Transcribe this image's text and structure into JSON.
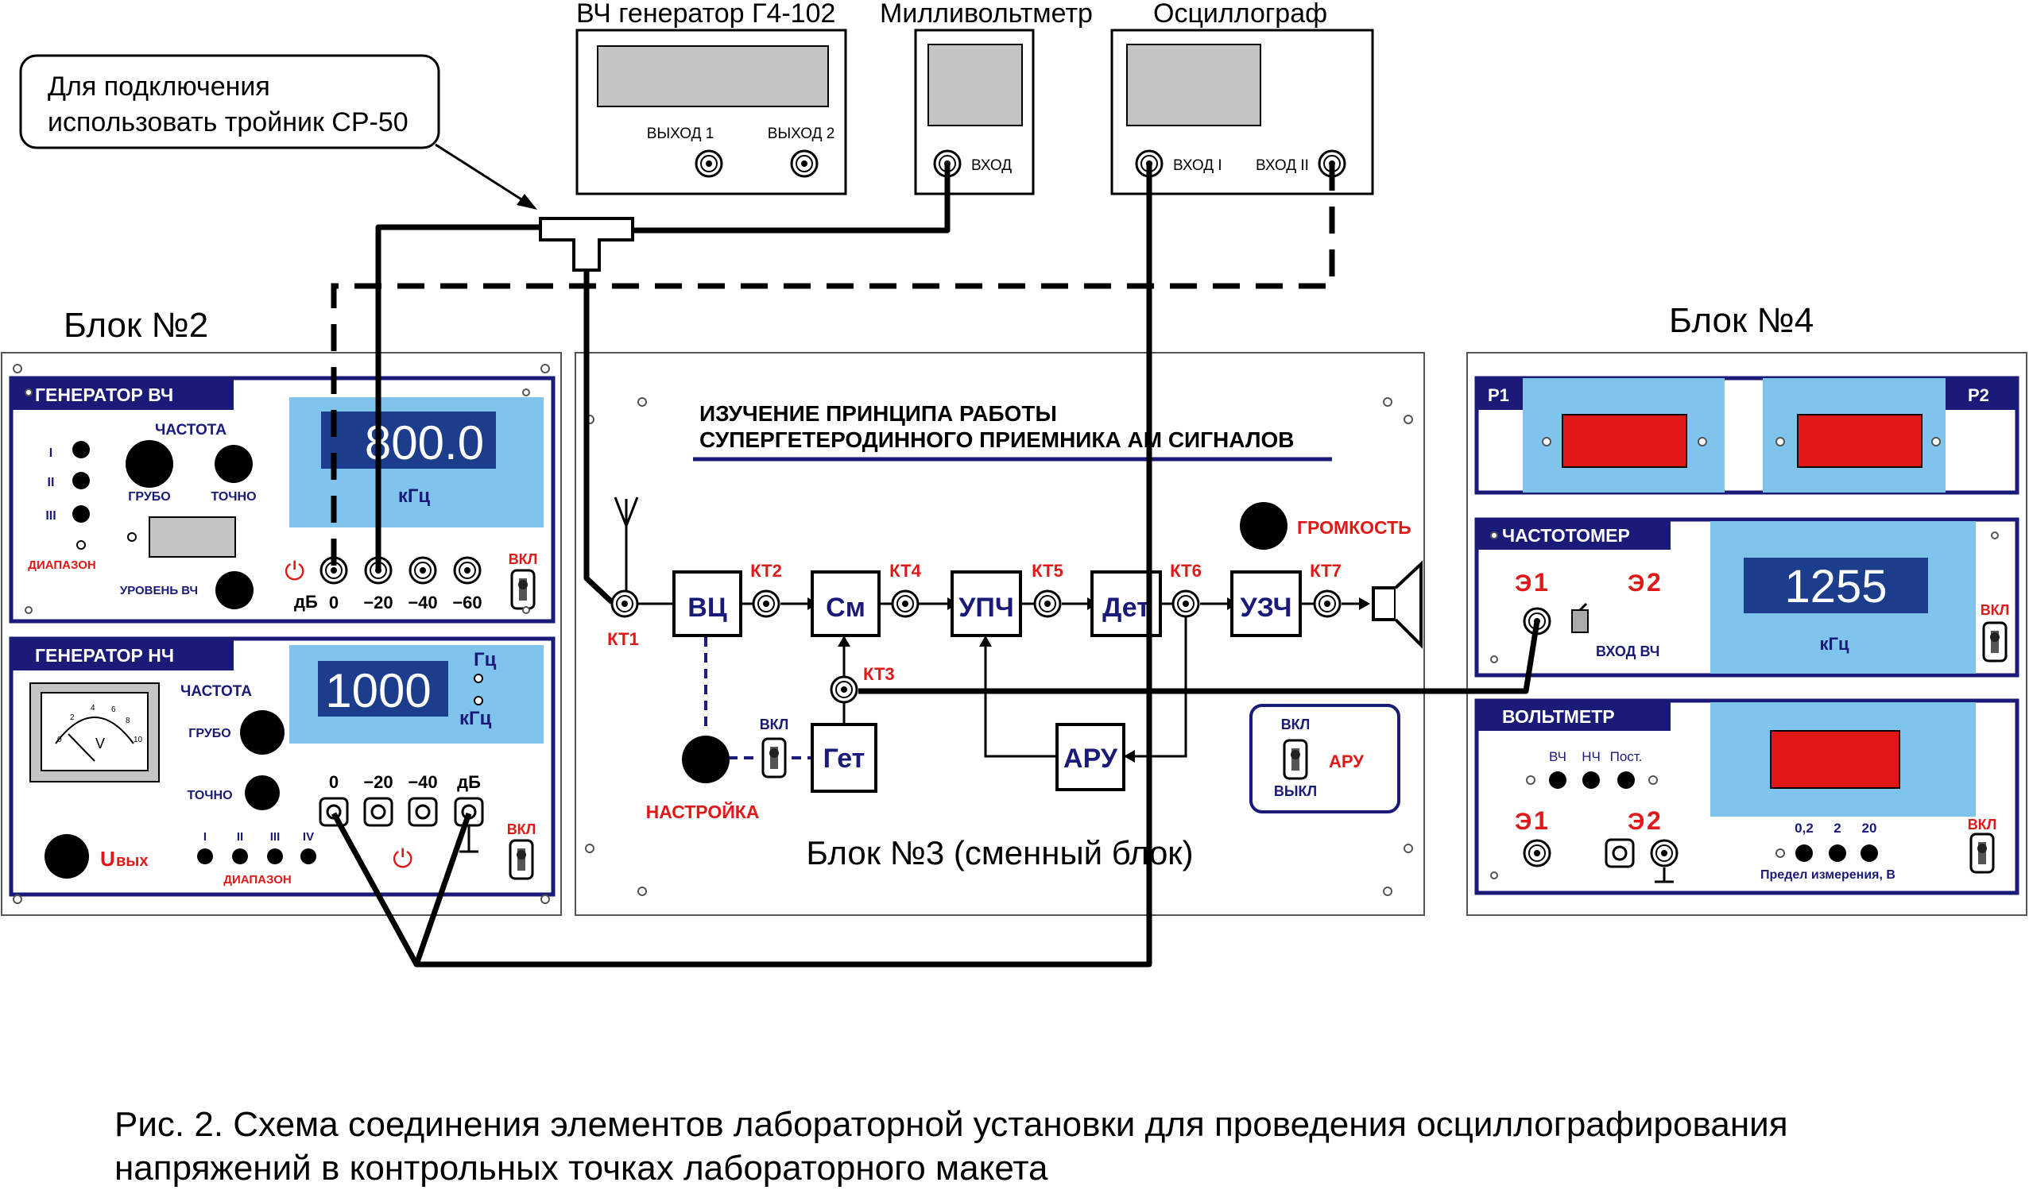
{
  "instruments": {
    "gen_hf": "ВЧ генератор Г4-102",
    "gen_out1": "ВЫХОД 1",
    "gen_out2": "ВЫХОД 2",
    "millivolt": "Милливольтметр",
    "mv_input": "ВХОД",
    "scope": "Осциллограф",
    "scope_in1": "ВХОД I",
    "scope_in2": "ВХОД II"
  },
  "note": {
    "line1": "Для подключения",
    "line2": "использовать тройник СР-50"
  },
  "block2": {
    "label": "Блок №2",
    "hf": {
      "title": "ГЕНЕРАТОР ВЧ",
      "freq": "ЧАСТОТА",
      "coarse": "ГРУБО",
      "fine": "ТОЧНО",
      "r1": "I",
      "r2": "II",
      "r3": "III",
      "range": "ДИАПАЗОН",
      "level": "УРОВЕНЬ ВЧ",
      "display": "800.0",
      "unit": "кГц",
      "db": "дБ",
      "att": [
        "0",
        "−20",
        "−40",
        "−60"
      ],
      "on": "ВКЛ"
    },
    "lf": {
      "title": "ГЕНЕРАТОР НЧ",
      "freq": "ЧАСТОТА",
      "coarse": "ГРУБО",
      "fine": "ТОЧНО",
      "display": "1000",
      "hz": "Гц",
      "khz": "кГц",
      "meter_unit": "V",
      "meter_ticks": [
        "0",
        "2",
        "4",
        "6",
        "8",
        "10"
      ],
      "att": [
        "0",
        "−20",
        "−40",
        "дБ"
      ],
      "uout_u": "U",
      "uout_sub": "вых",
      "r1": "I",
      "r2": "II",
      "r3": "III",
      "r4": "IV",
      "range": "ДИАПАЗОН",
      "on": "ВКЛ"
    }
  },
  "block3": {
    "label": "Блок №3 (сменный блок)",
    "title1": "ИЗУЧЕНИЕ  ПРИНЦИПА  РАБОТЫ",
    "title2": "СУПЕРГЕТЕРОДИННОГО  ПРИЕМНИКА  АМ  СИГНАЛОВ",
    "volume": "ГРОМКОСТЬ",
    "tuning": "НАСТРОЙКА",
    "on": "ВКЛ",
    "agc_on": "ВКЛ",
    "agc_off": "ВЫКЛ",
    "agc": "АРУ",
    "blocks": {
      "vc": "ВЦ",
      "mix": "См",
      "if": "УПЧ",
      "det": "Дет",
      "af": "УЗЧ",
      "lo": "Гет",
      "agc": "АРУ"
    },
    "kt": {
      "kt1": "КТ1",
      "kt2": "КТ2",
      "kt3": "КТ3",
      "kt4": "КТ4",
      "kt5": "КТ5",
      "kt6": "КТ6",
      "kt7": "КТ7"
    }
  },
  "block4": {
    "label": "Блок №4",
    "p1": "Р1",
    "p2": "Р2",
    "freqmeter": {
      "title": "ЧАСТОТОМЕР",
      "display": "1255",
      "unit": "кГц",
      "in1": "1",
      "in2": "2",
      "input": "ВХОД  ВЧ",
      "on": "ВКЛ"
    },
    "voltmeter": {
      "title": "ВОЛЬТМЕТР",
      "m1": "ВЧ",
      "m2": "НЧ",
      "m3": "Пост.",
      "in1": "1",
      "in2": "2",
      "r1": "0,2",
      "r2": "2",
      "r3": "20",
      "range": "Предел измерения, В",
      "on": "ВКЛ"
    }
  },
  "caption": {
    "line1": "Рис. 2. Схема соединения элементов лабораторной установки для проведения осциллографирования",
    "line2": "напряжений в контрольных точках лабораторного макета"
  },
  "colors": {
    "navy": "#1a1a78",
    "red": "#e01818",
    "lightblue": "#7fc4ec",
    "display_bg": "#1c3c8c",
    "led_red": "#e01818"
  }
}
